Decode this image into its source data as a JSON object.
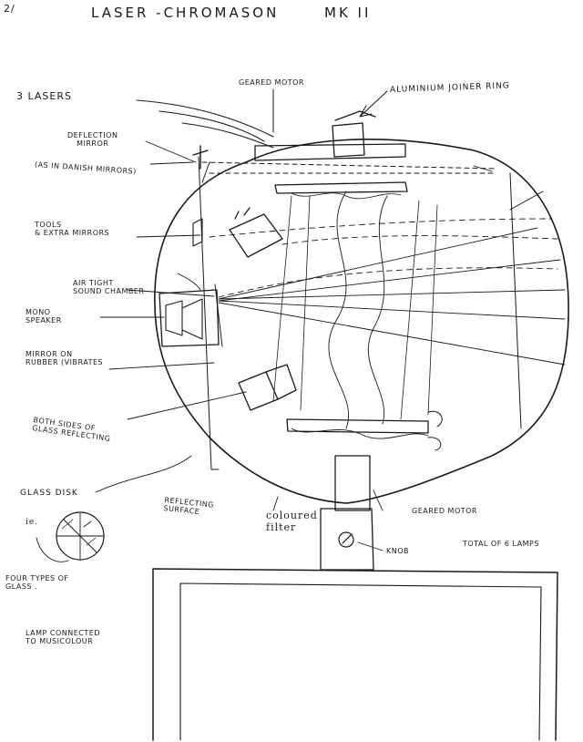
{
  "title": {
    "page_marker": "2/",
    "main": "LASER -CHROMASON",
    "model": "MK II"
  },
  "labels": {
    "geared_motor_top": "GEARED MOTOR",
    "aluminium_ring": "ALUMINIUM JOINER RING",
    "three_lasers": "3 LASERS",
    "deflection_mirror": "DEFLECTION\nMIRROR",
    "deflection_note": "(AS IN DANISH MIRRORS)",
    "tools_mirrors": "TOOLS\n& EXTRA MIRRORS",
    "air_tight": "AIR TIGHT\nSOUND CHAMBER",
    "mono_speaker": "MONO\nSPEAKER",
    "mirror_rubber": "MIRROR ON\nRUBBER (VIBRATES",
    "both_sides": "BOTH SIDES OF\nGLASS REFLECTING",
    "glass_disk": "GLASS DISK",
    "ie": "ie.",
    "four_types": "FOUR TYPES OF\nGLASS .",
    "lamp_connected": "LAMP CONNECTED\nTO MUSICOLOUR",
    "reflecting_surface": "REFLECTING\nSURFACE",
    "coloured_filter": "coloured\nfilter",
    "geared_motor_bottom": "GEARED MOTOR",
    "knob": "KNOB",
    "total_lamps": "TOTAL OF 6 LAMPS"
  },
  "colors": {
    "ink": "#1a1a1a",
    "paper": "#ffffff"
  }
}
